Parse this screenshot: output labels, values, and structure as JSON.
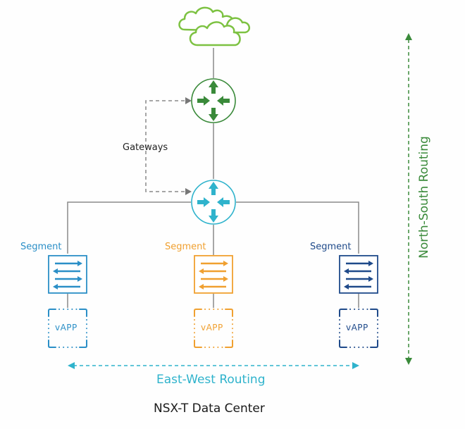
{
  "diagram": {
    "title": "NSX-T Data Center",
    "gateways_label": "Gateways",
    "east_west_label": "East-West Routing",
    "north_south_label": "North-South Routing",
    "nodes": {
      "internet": {
        "icon": "cloud-icon",
        "color": "#7dc242"
      },
      "tier0_gateway": {
        "icon": "router-icon",
        "color": "#3a8a3a"
      },
      "tier1_gateway": {
        "icon": "router-icon",
        "color": "#2fb3cc"
      }
    },
    "segments": [
      {
        "label": "Segment",
        "color": "#2b8fc7",
        "icon": "switch-icon",
        "vapp_label": "vAPP"
      },
      {
        "label": "Segment",
        "color": "#f0a030",
        "icon": "switch-icon",
        "vapp_label": "vAPP"
      },
      {
        "label": "Segment",
        "color": "#1f4a8a",
        "icon": "switch-icon",
        "vapp_label": "vAPP"
      }
    ],
    "colors": {
      "connector": "#888888",
      "gateway_arrow": "#777777",
      "east_west": "#2fb3cc",
      "north_south": "#3a8a3a"
    }
  }
}
